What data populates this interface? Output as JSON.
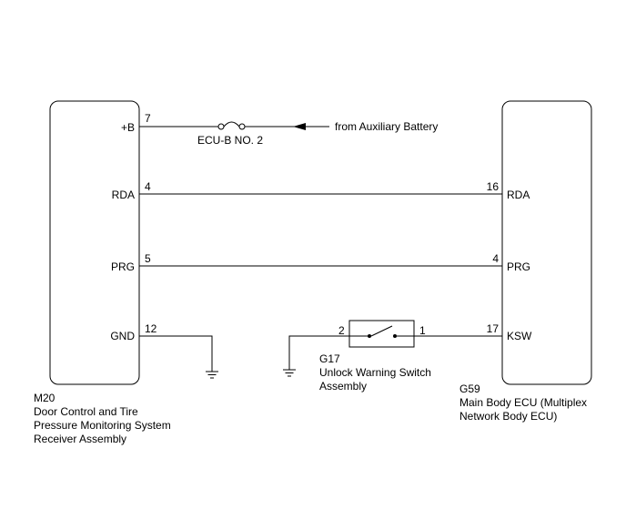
{
  "left_component": {
    "code": "M20",
    "name_lines": [
      "Door Control and Tire",
      "Pressure Monitoring System",
      "Receiver Assembly"
    ],
    "terminals": [
      {
        "label": "+B",
        "pin": "7"
      },
      {
        "label": "RDA",
        "pin": "4"
      },
      {
        "label": "PRG",
        "pin": "5"
      },
      {
        "label": "GND",
        "pin": "12"
      }
    ]
  },
  "right_component": {
    "code": "G59",
    "name_lines": [
      "Main Body ECU (Multiplex",
      "Network Body ECU)"
    ],
    "terminals": [
      {
        "label": "RDA",
        "pin": "16"
      },
      {
        "label": "PRG",
        "pin": "4"
      },
      {
        "label": "KSW",
        "pin": "17"
      }
    ]
  },
  "fuse": {
    "label": "ECU-B NO. 2"
  },
  "power_source": {
    "label": "from Auxiliary Battery"
  },
  "switch": {
    "code": "G17",
    "name_lines": [
      "Unlock Warning Switch",
      "Assembly"
    ],
    "pin_left": "2",
    "pin_right": "1"
  }
}
